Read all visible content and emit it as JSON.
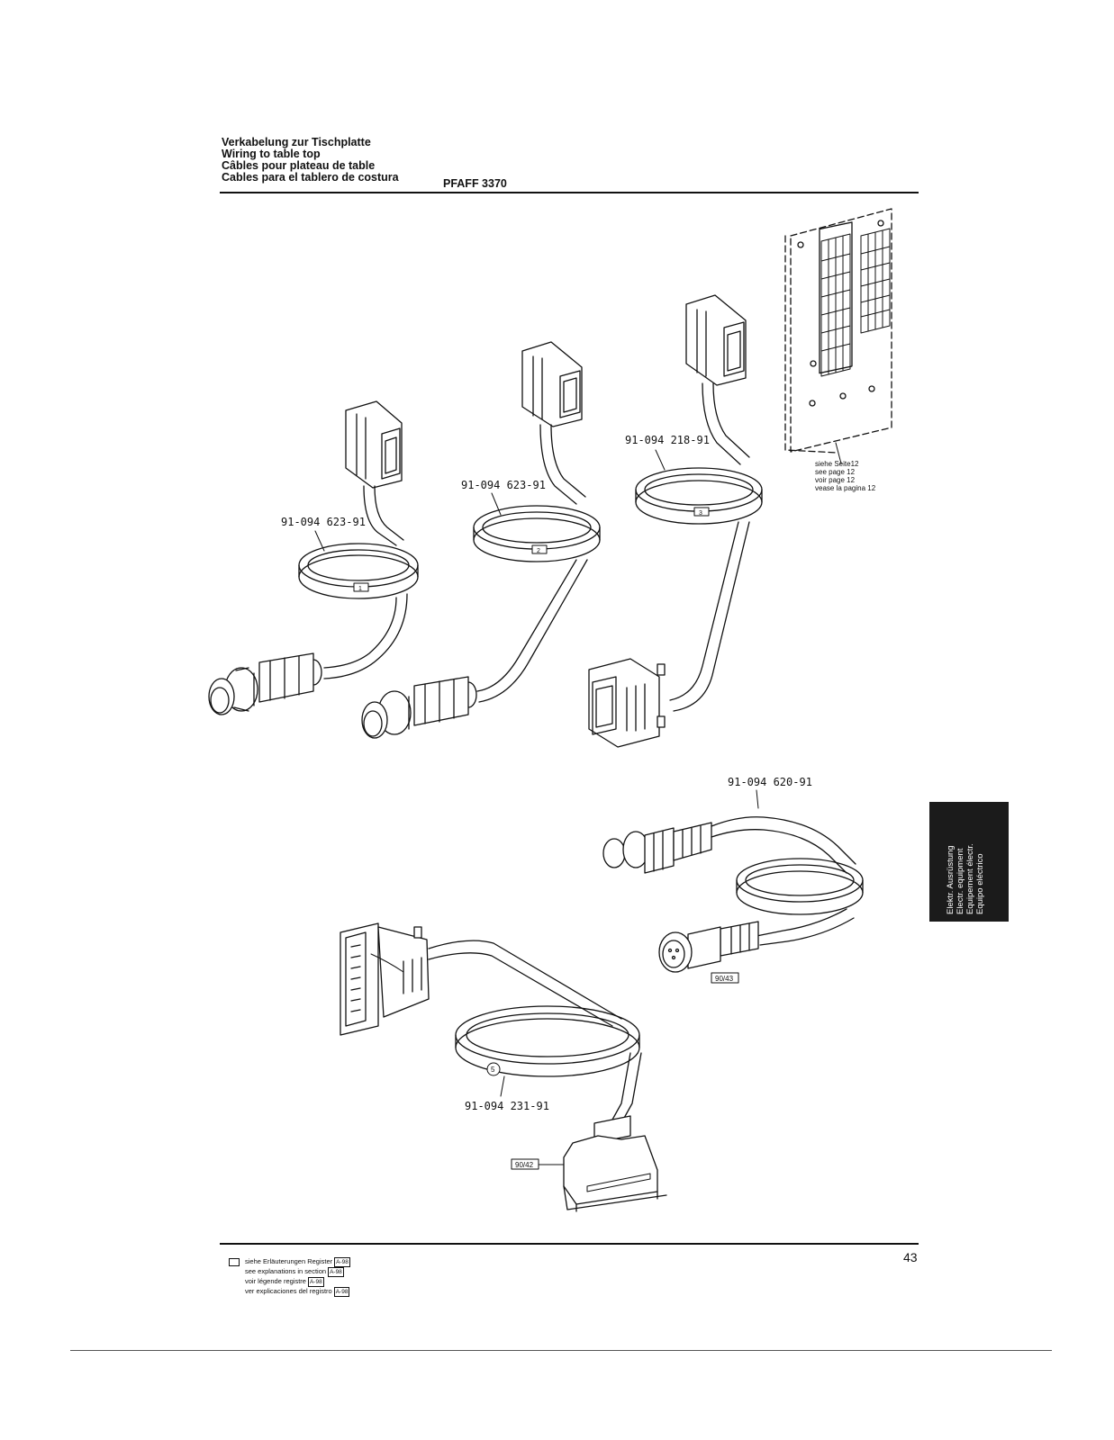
{
  "header": {
    "title_de": "Verkabelung zur Tischplatte",
    "title_en": "Wiring to table top",
    "title_fr": "Câbles pour plateau de table",
    "title_es": "Cables para el tablero de costura",
    "model": "PFAFF 3370"
  },
  "parts": [
    {
      "number": "91-094 623-91",
      "marker": "1"
    },
    {
      "number": "91-094 623-91",
      "marker": "2"
    },
    {
      "number": "91-094 218-91",
      "marker": "3"
    },
    {
      "number": "91-094 620-91",
      "marker": ""
    },
    {
      "number": "91-094 231-91",
      "marker": "5"
    }
  ],
  "refs": {
    "ref_90_43": "90/43",
    "ref_90_42": "90/42"
  },
  "see_page": {
    "de": "siehe Seite12",
    "en": "see page 12",
    "fr": "voir page 12",
    "es": "vease la pagina 12"
  },
  "side_tab": {
    "line1": "Elektr. Ausrüstung",
    "line2": "Electr. equipment",
    "line3": "Equipement électr.",
    "line4": "Equipo eléctrico"
  },
  "footnote": {
    "line1": "siehe Erläuterungen Register",
    "line2": "see explanations in section",
    "line3": "voir légende registre",
    "line4": "ver explicaciones del registro",
    "ref": "A-98"
  },
  "page_number": "43"
}
